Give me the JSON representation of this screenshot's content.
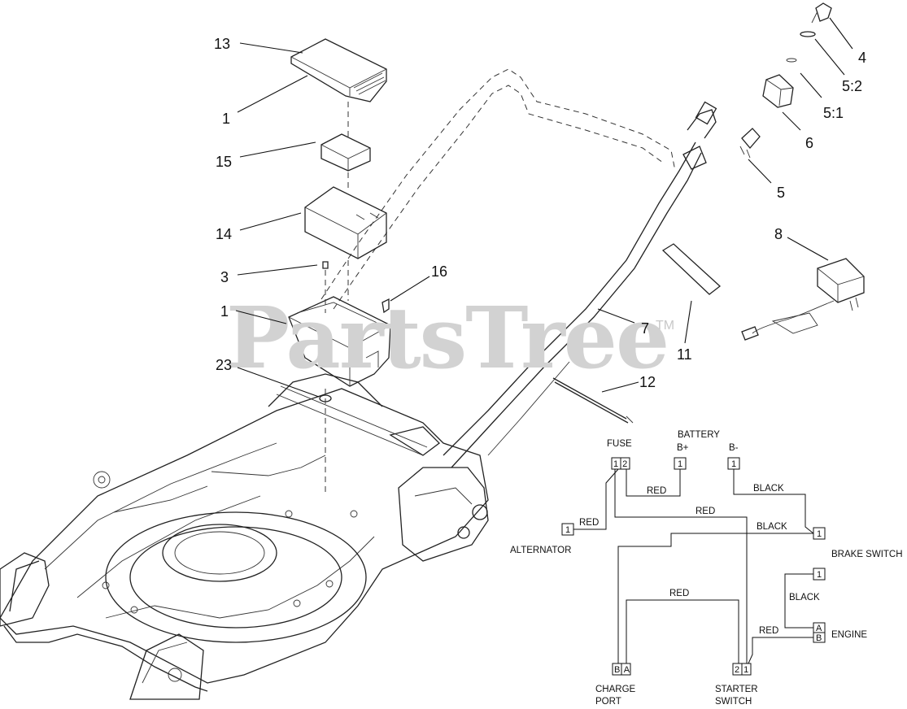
{
  "watermark": {
    "text": "PartsTree",
    "trademark": "TM"
  },
  "callouts": {
    "c13": "13",
    "c1_top": "1",
    "c15": "15",
    "c14": "14",
    "c3": "3",
    "c16": "16",
    "c1_mid": "1",
    "c23": "23",
    "c4": "4",
    "c5_2": "5:2",
    "c5_1": "5:1",
    "c6": "6",
    "c5": "5",
    "c8": "8",
    "c7": "7",
    "c11": "11",
    "c12": "12"
  },
  "schematic": {
    "fuse": {
      "label": "FUSE",
      "pins": "1 2"
    },
    "battery": {
      "label": "BATTERY",
      "plus": "B+",
      "minus": "B-",
      "pin_plus": "1",
      "pin_minus": "1"
    },
    "alternator": {
      "label": "ALTERNATOR",
      "pin": "1"
    },
    "brake_switch": {
      "label": "BRAKE SWITCH",
      "pin": "1"
    },
    "engine": {
      "label": "ENGINE",
      "pin_top": "1",
      "pin_a": "A",
      "pin_b": "B"
    },
    "charge_port": {
      "label_line1": "CHARGE",
      "label_line2": "PORT",
      "pins": "B A"
    },
    "starter_switch": {
      "label_line1": "STARTER",
      "label_line2": "SWITCH",
      "pins": "2 1"
    },
    "wires": {
      "red_fuse_batt": "RED",
      "black_batt_brake": "BLACK",
      "red_alt": "RED",
      "red_fuse_starter": "RED",
      "black_brake_charge": "BLACK",
      "red_charge_starter": "RED",
      "black_engine": "BLACK",
      "red_engine": "RED"
    }
  }
}
